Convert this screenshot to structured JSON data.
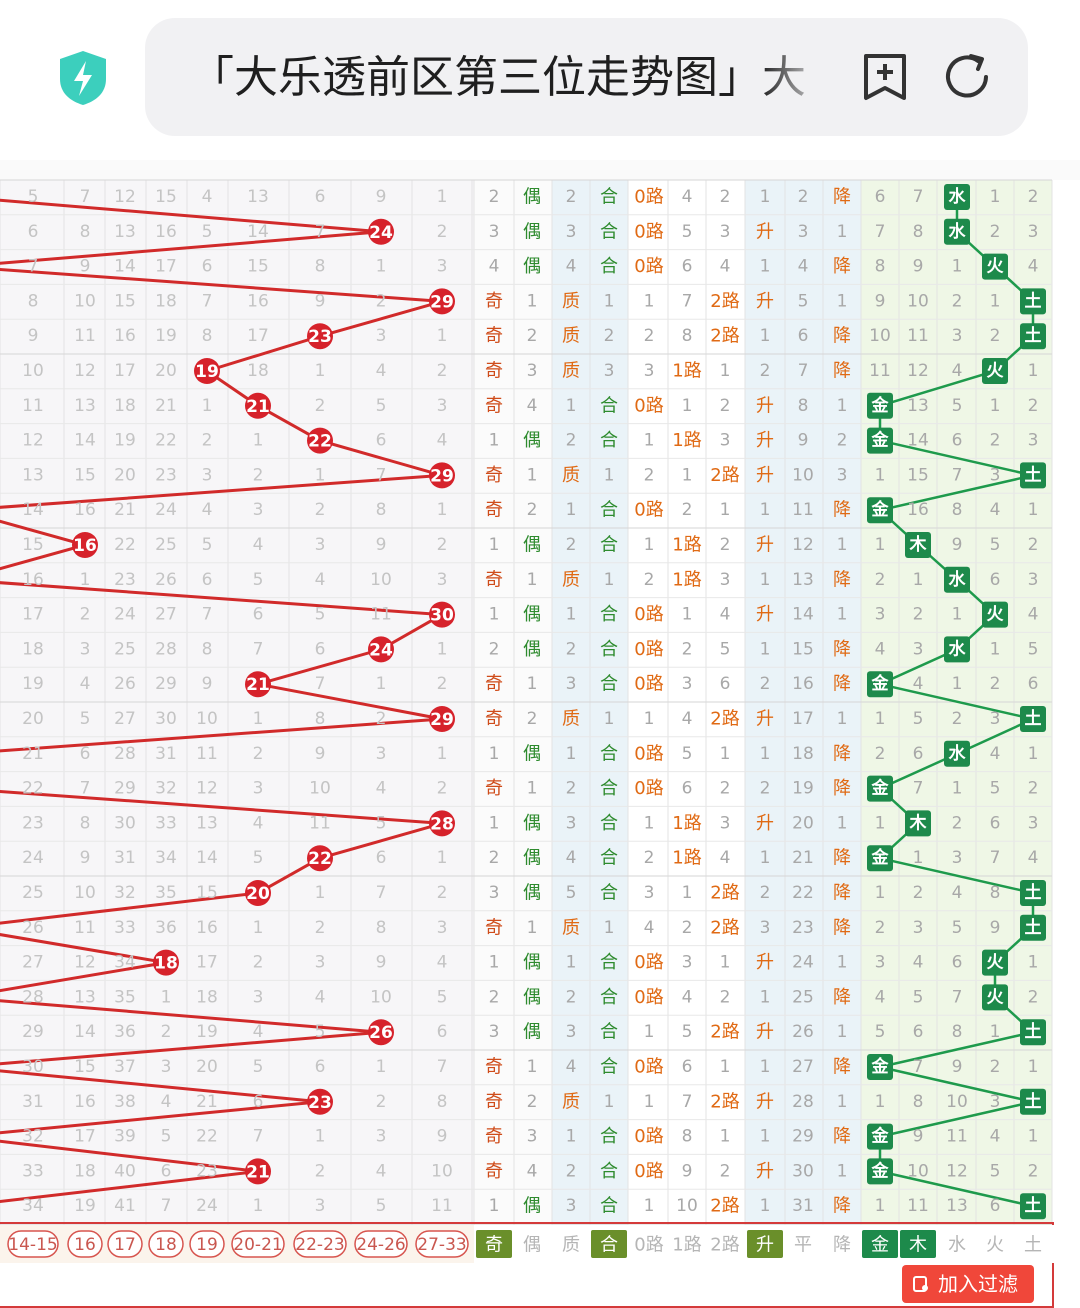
{
  "browser": {
    "url_text": "「大乐透前区第三位走势图」大",
    "icons": [
      "shield-bolt-icon",
      "bookmark-add-icon",
      "refresh-icon"
    ],
    "accent": "#3ccfbd"
  },
  "colors": {
    "ball_red": "#d6222b",
    "line_red": "#d12a2a",
    "cell_text": "#c4c4c4",
    "green_tag": "#1d8a4b",
    "line_green": "#1e9a4c",
    "orange_text": "#e06a14",
    "odd_text": "#cf4c1a",
    "even_text": "#2e8b2e",
    "band_blue": "#eaf3f8",
    "band_green": "#eff7e6"
  },
  "footer": {
    "range_buttons": [
      "14-15",
      "16",
      "17",
      "18",
      "19",
      "20-21",
      "22-23",
      "24-26",
      "27-33"
    ],
    "attr_buttons": [
      "奇",
      "偶",
      "质",
      "合",
      "0路",
      "1路",
      "2路",
      "升",
      "平",
      "降",
      "金",
      "木",
      "水",
      "火",
      "土"
    ],
    "add_filter_label": "加入过滤"
  },
  "rows": [
    {
      "vals": [
        "5",
        "7",
        "12",
        "15",
        "4",
        "13",
        "6",
        "9",
        "1"
      ],
      "ball": null,
      "oe": [
        "2",
        "偶"
      ],
      "pc": [
        "2",
        "合"
      ],
      "r": [
        "0路",
        "4",
        "2"
      ],
      "t": [
        "1",
        "2",
        "降"
      ],
      "w": [
        "6",
        "7",
        "水",
        "1",
        "2"
      ]
    },
    {
      "vals": [
        "6",
        "8",
        "13",
        "16",
        "5",
        "14",
        "7",
        "24",
        "2"
      ],
      "ball": 7,
      "oe": [
        "3",
        "偶"
      ],
      "pc": [
        "3",
        "合"
      ],
      "r": [
        "0路",
        "5",
        "3"
      ],
      "t": [
        "升",
        "3",
        "1"
      ],
      "w": [
        "7",
        "8",
        "水",
        "2",
        "3"
      ]
    },
    {
      "vals": [
        "7",
        "9",
        "14",
        "17",
        "6",
        "15",
        "8",
        "1",
        "3"
      ],
      "ball": null,
      "oe": [
        "4",
        "偶"
      ],
      "pc": [
        "4",
        "合"
      ],
      "r": [
        "0路",
        "6",
        "4"
      ],
      "t": [
        "1",
        "4",
        "降"
      ],
      "w": [
        "8",
        "9",
        "1",
        "火",
        "4"
      ]
    },
    {
      "vals": [
        "8",
        "10",
        "15",
        "18",
        "7",
        "16",
        "9",
        "2",
        "29"
      ],
      "ball": 8,
      "oe": [
        "奇",
        "1"
      ],
      "pc": [
        "质",
        "1"
      ],
      "r": [
        "1",
        "7",
        "2路"
      ],
      "t": [
        "升",
        "5",
        "1"
      ],
      "w": [
        "9",
        "10",
        "2",
        "1",
        "土"
      ]
    },
    {
      "vals": [
        "9",
        "11",
        "16",
        "19",
        "8",
        "17",
        "23",
        "3",
        "1"
      ],
      "ball": 6,
      "oe": [
        "奇",
        "2"
      ],
      "pc": [
        "质",
        "2"
      ],
      "r": [
        "2",
        "8",
        "2路"
      ],
      "t": [
        "1",
        "6",
        "降"
      ],
      "w": [
        "10",
        "11",
        "3",
        "2",
        "土"
      ]
    },
    {
      "vals": [
        "10",
        "12",
        "17",
        "20",
        "19",
        "18",
        "1",
        "4",
        "2"
      ],
      "ball": 4,
      "oe": [
        "奇",
        "3"
      ],
      "pc": [
        "质",
        "3"
      ],
      "r": [
        "3",
        "1路",
        "1"
      ],
      "t": [
        "2",
        "7",
        "降"
      ],
      "w": [
        "11",
        "12",
        "4",
        "火",
        "1"
      ]
    },
    {
      "vals": [
        "11",
        "13",
        "18",
        "21",
        "1",
        "21",
        "2",
        "5",
        "3"
      ],
      "ball": 5,
      "oe": [
        "奇",
        "4"
      ],
      "pc": [
        "1",
        "合"
      ],
      "r": [
        "0路",
        "1",
        "2"
      ],
      "t": [
        "升",
        "8",
        "1"
      ],
      "w": [
        "金",
        "13",
        "5",
        "1",
        "2"
      ]
    },
    {
      "vals": [
        "12",
        "14",
        "19",
        "22",
        "2",
        "1",
        "22",
        "6",
        "4"
      ],
      "ball": 6,
      "oe": [
        "1",
        "偶"
      ],
      "pc": [
        "2",
        "合"
      ],
      "r": [
        "1",
        "1路",
        "3"
      ],
      "t": [
        "升",
        "9",
        "2"
      ],
      "w": [
        "金",
        "14",
        "6",
        "2",
        "3"
      ]
    },
    {
      "vals": [
        "13",
        "15",
        "20",
        "23",
        "3",
        "2",
        "1",
        "7",
        "29"
      ],
      "ball": 8,
      "oe": [
        "奇",
        "1"
      ],
      "pc": [
        "质",
        "1"
      ],
      "r": [
        "2",
        "1",
        "2路"
      ],
      "t": [
        "升",
        "10",
        "3"
      ],
      "w": [
        "1",
        "15",
        "7",
        "3",
        "土"
      ]
    },
    {
      "vals": [
        "14",
        "16",
        "21",
        "24",
        "4",
        "3",
        "2",
        "8",
        "1"
      ],
      "ball": null,
      "oe": [
        "奇",
        "2"
      ],
      "pc": [
        "1",
        "合"
      ],
      "r": [
        "0路",
        "2",
        "1"
      ],
      "t": [
        "1",
        "11",
        "降"
      ],
      "w": [
        "金",
        "16",
        "8",
        "4",
        "1"
      ]
    },
    {
      "vals": [
        "15",
        "16",
        "22",
        "25",
        "5",
        "4",
        "3",
        "9",
        "2"
      ],
      "ball": 1,
      "oe": [
        "1",
        "偶"
      ],
      "pc": [
        "2",
        "合"
      ],
      "r": [
        "1",
        "1路",
        "2"
      ],
      "t": [
        "升",
        "12",
        "1"
      ],
      "w": [
        "1",
        "木",
        "9",
        "5",
        "2"
      ]
    },
    {
      "vals": [
        "16",
        "1",
        "23",
        "26",
        "6",
        "5",
        "4",
        "10",
        "3"
      ],
      "ball": null,
      "oe": [
        "奇",
        "1"
      ],
      "pc": [
        "质",
        "1"
      ],
      "r": [
        "2",
        "1路",
        "3"
      ],
      "t": [
        "1",
        "13",
        "降"
      ],
      "w": [
        "2",
        "1",
        "水",
        "6",
        "3"
      ]
    },
    {
      "vals": [
        "17",
        "2",
        "24",
        "27",
        "7",
        "6",
        "5",
        "11",
        "30"
      ],
      "ball": 8,
      "oe": [
        "1",
        "偶"
      ],
      "pc": [
        "1",
        "合"
      ],
      "r": [
        "0路",
        "1",
        "4"
      ],
      "t": [
        "升",
        "14",
        "1"
      ],
      "w": [
        "3",
        "2",
        "1",
        "火",
        "4"
      ]
    },
    {
      "vals": [
        "18",
        "3",
        "25",
        "28",
        "8",
        "7",
        "6",
        "24",
        "1"
      ],
      "ball": 7,
      "oe": [
        "2",
        "偶"
      ],
      "pc": [
        "2",
        "合"
      ],
      "r": [
        "0路",
        "2",
        "5"
      ],
      "t": [
        "1",
        "15",
        "降"
      ],
      "w": [
        "4",
        "3",
        "水",
        "1",
        "5"
      ]
    },
    {
      "vals": [
        "19",
        "4",
        "26",
        "29",
        "9",
        "21",
        "7",
        "1",
        "2"
      ],
      "ball": 5,
      "oe": [
        "奇",
        "1"
      ],
      "pc": [
        "3",
        "合"
      ],
      "r": [
        "0路",
        "3",
        "6"
      ],
      "t": [
        "2",
        "16",
        "降"
      ],
      "w": [
        "金",
        "4",
        "1",
        "2",
        "6"
      ]
    },
    {
      "vals": [
        "20",
        "5",
        "27",
        "30",
        "10",
        "1",
        "8",
        "2",
        "29"
      ],
      "ball": 8,
      "oe": [
        "奇",
        "2"
      ],
      "pc": [
        "质",
        "1"
      ],
      "r": [
        "1",
        "4",
        "2路"
      ],
      "t": [
        "升",
        "17",
        "1"
      ],
      "w": [
        "1",
        "5",
        "2",
        "3",
        "土"
      ]
    },
    {
      "vals": [
        "21",
        "6",
        "28",
        "31",
        "11",
        "2",
        "9",
        "3",
        "1"
      ],
      "ball": null,
      "oe": [
        "1",
        "偶"
      ],
      "pc": [
        "1",
        "合"
      ],
      "r": [
        "0路",
        "5",
        "1"
      ],
      "t": [
        "1",
        "18",
        "降"
      ],
      "w": [
        "2",
        "6",
        "水",
        "4",
        "1"
      ]
    },
    {
      "vals": [
        "22",
        "7",
        "29",
        "32",
        "12",
        "3",
        "10",
        "4",
        "2"
      ],
      "ball": null,
      "oe": [
        "奇",
        "1"
      ],
      "pc": [
        "2",
        "合"
      ],
      "r": [
        "0路",
        "6",
        "2"
      ],
      "t": [
        "2",
        "19",
        "降"
      ],
      "w": [
        "金",
        "7",
        "1",
        "5",
        "2"
      ]
    },
    {
      "vals": [
        "23",
        "8",
        "30",
        "33",
        "13",
        "4",
        "11",
        "5",
        "28"
      ],
      "ball": 8,
      "oe": [
        "1",
        "偶"
      ],
      "pc": [
        "3",
        "合"
      ],
      "r": [
        "1",
        "1路",
        "3"
      ],
      "t": [
        "升",
        "20",
        "1"
      ],
      "w": [
        "1",
        "木",
        "2",
        "6",
        "3"
      ]
    },
    {
      "vals": [
        "24",
        "9",
        "31",
        "34",
        "14",
        "5",
        "22",
        "6",
        "1"
      ],
      "ball": 6,
      "oe": [
        "2",
        "偶"
      ],
      "pc": [
        "4",
        "合"
      ],
      "r": [
        "2",
        "1路",
        "4"
      ],
      "t": [
        "1",
        "21",
        "降"
      ],
      "w": [
        "金",
        "1",
        "3",
        "7",
        "4"
      ]
    },
    {
      "vals": [
        "25",
        "10",
        "32",
        "35",
        "15",
        "20",
        "1",
        "7",
        "2"
      ],
      "ball": 5,
      "oe": [
        "3",
        "偶"
      ],
      "pc": [
        "5",
        "合"
      ],
      "r": [
        "3",
        "1",
        "2路"
      ],
      "t": [
        "2",
        "22",
        "降"
      ],
      "w": [
        "1",
        "2",
        "4",
        "8",
        "土"
      ]
    },
    {
      "vals": [
        "26",
        "11",
        "33",
        "36",
        "16",
        "1",
        "2",
        "8",
        "3"
      ],
      "ball": null,
      "oe": [
        "奇",
        "1"
      ],
      "pc": [
        "质",
        "1"
      ],
      "r": [
        "4",
        "2",
        "2路"
      ],
      "t": [
        "3",
        "23",
        "降"
      ],
      "w": [
        "2",
        "3",
        "5",
        "9",
        "土"
      ]
    },
    {
      "vals": [
        "27",
        "12",
        "34",
        "18",
        "17",
        "2",
        "3",
        "9",
        "4"
      ],
      "ball": 3,
      "oe": [
        "1",
        "偶"
      ],
      "pc": [
        "1",
        "合"
      ],
      "r": [
        "0路",
        "3",
        "1"
      ],
      "t": [
        "升",
        "24",
        "1"
      ],
      "w": [
        "3",
        "4",
        "6",
        "火",
        "1"
      ]
    },
    {
      "vals": [
        "28",
        "13",
        "35",
        "1",
        "18",
        "3",
        "4",
        "10",
        "5"
      ],
      "ball": null,
      "oe": [
        "2",
        "偶"
      ],
      "pc": [
        "2",
        "合"
      ],
      "r": [
        "0路",
        "4",
        "2"
      ],
      "t": [
        "1",
        "25",
        "降"
      ],
      "w": [
        "4",
        "5",
        "7",
        "火",
        "2"
      ]
    },
    {
      "vals": [
        "29",
        "14",
        "36",
        "2",
        "19",
        "4",
        "5",
        "26",
        "6"
      ],
      "ball": 7,
      "oe": [
        "3",
        "偶"
      ],
      "pc": [
        "3",
        "合"
      ],
      "r": [
        "1",
        "5",
        "2路"
      ],
      "t": [
        "升",
        "26",
        "1"
      ],
      "w": [
        "5",
        "6",
        "8",
        "1",
        "土"
      ]
    },
    {
      "vals": [
        "30",
        "15",
        "37",
        "3",
        "20",
        "5",
        "6",
        "1",
        "7"
      ],
      "ball": null,
      "oe": [
        "奇",
        "1"
      ],
      "pc": [
        "4",
        "合"
      ],
      "r": [
        "0路",
        "6",
        "1"
      ],
      "t": [
        "1",
        "27",
        "降"
      ],
      "w": [
        "金",
        "7",
        "9",
        "2",
        "1"
      ]
    },
    {
      "vals": [
        "31",
        "16",
        "38",
        "4",
        "21",
        "6",
        "23",
        "2",
        "8"
      ],
      "ball": 6,
      "oe": [
        "奇",
        "2"
      ],
      "pc": [
        "质",
        "1"
      ],
      "r": [
        "1",
        "7",
        "2路"
      ],
      "t": [
        "升",
        "28",
        "1"
      ],
      "w": [
        "1",
        "8",
        "10",
        "3",
        "土"
      ]
    },
    {
      "vals": [
        "32",
        "17",
        "39",
        "5",
        "22",
        "7",
        "1",
        "3",
        "9"
      ],
      "ball": null,
      "oe": [
        "奇",
        "3"
      ],
      "pc": [
        "1",
        "合"
      ],
      "r": [
        "0路",
        "8",
        "1"
      ],
      "t": [
        "1",
        "29",
        "降"
      ],
      "w": [
        "金",
        "9",
        "11",
        "4",
        "1"
      ]
    },
    {
      "vals": [
        "33",
        "18",
        "40",
        "6",
        "23",
        "21",
        "2",
        "4",
        "10"
      ],
      "ball": 5,
      "oe": [
        "奇",
        "4"
      ],
      "pc": [
        "2",
        "合"
      ],
      "r": [
        "0路",
        "9",
        "2"
      ],
      "t": [
        "升",
        "30",
        "1"
      ],
      "w": [
        "金",
        "10",
        "12",
        "5",
        "2"
      ]
    },
    {
      "vals": [
        "34",
        "19",
        "41",
        "7",
        "24",
        "1",
        "3",
        "5",
        "11"
      ],
      "ball": null,
      "oe": [
        "1",
        "偶"
      ],
      "pc": [
        "3",
        "合"
      ],
      "r": [
        "1",
        "10",
        "2路"
      ],
      "t": [
        "1",
        "31",
        "降"
      ],
      "w": [
        "1",
        "11",
        "13",
        "6",
        "土"
      ]
    }
  ]
}
